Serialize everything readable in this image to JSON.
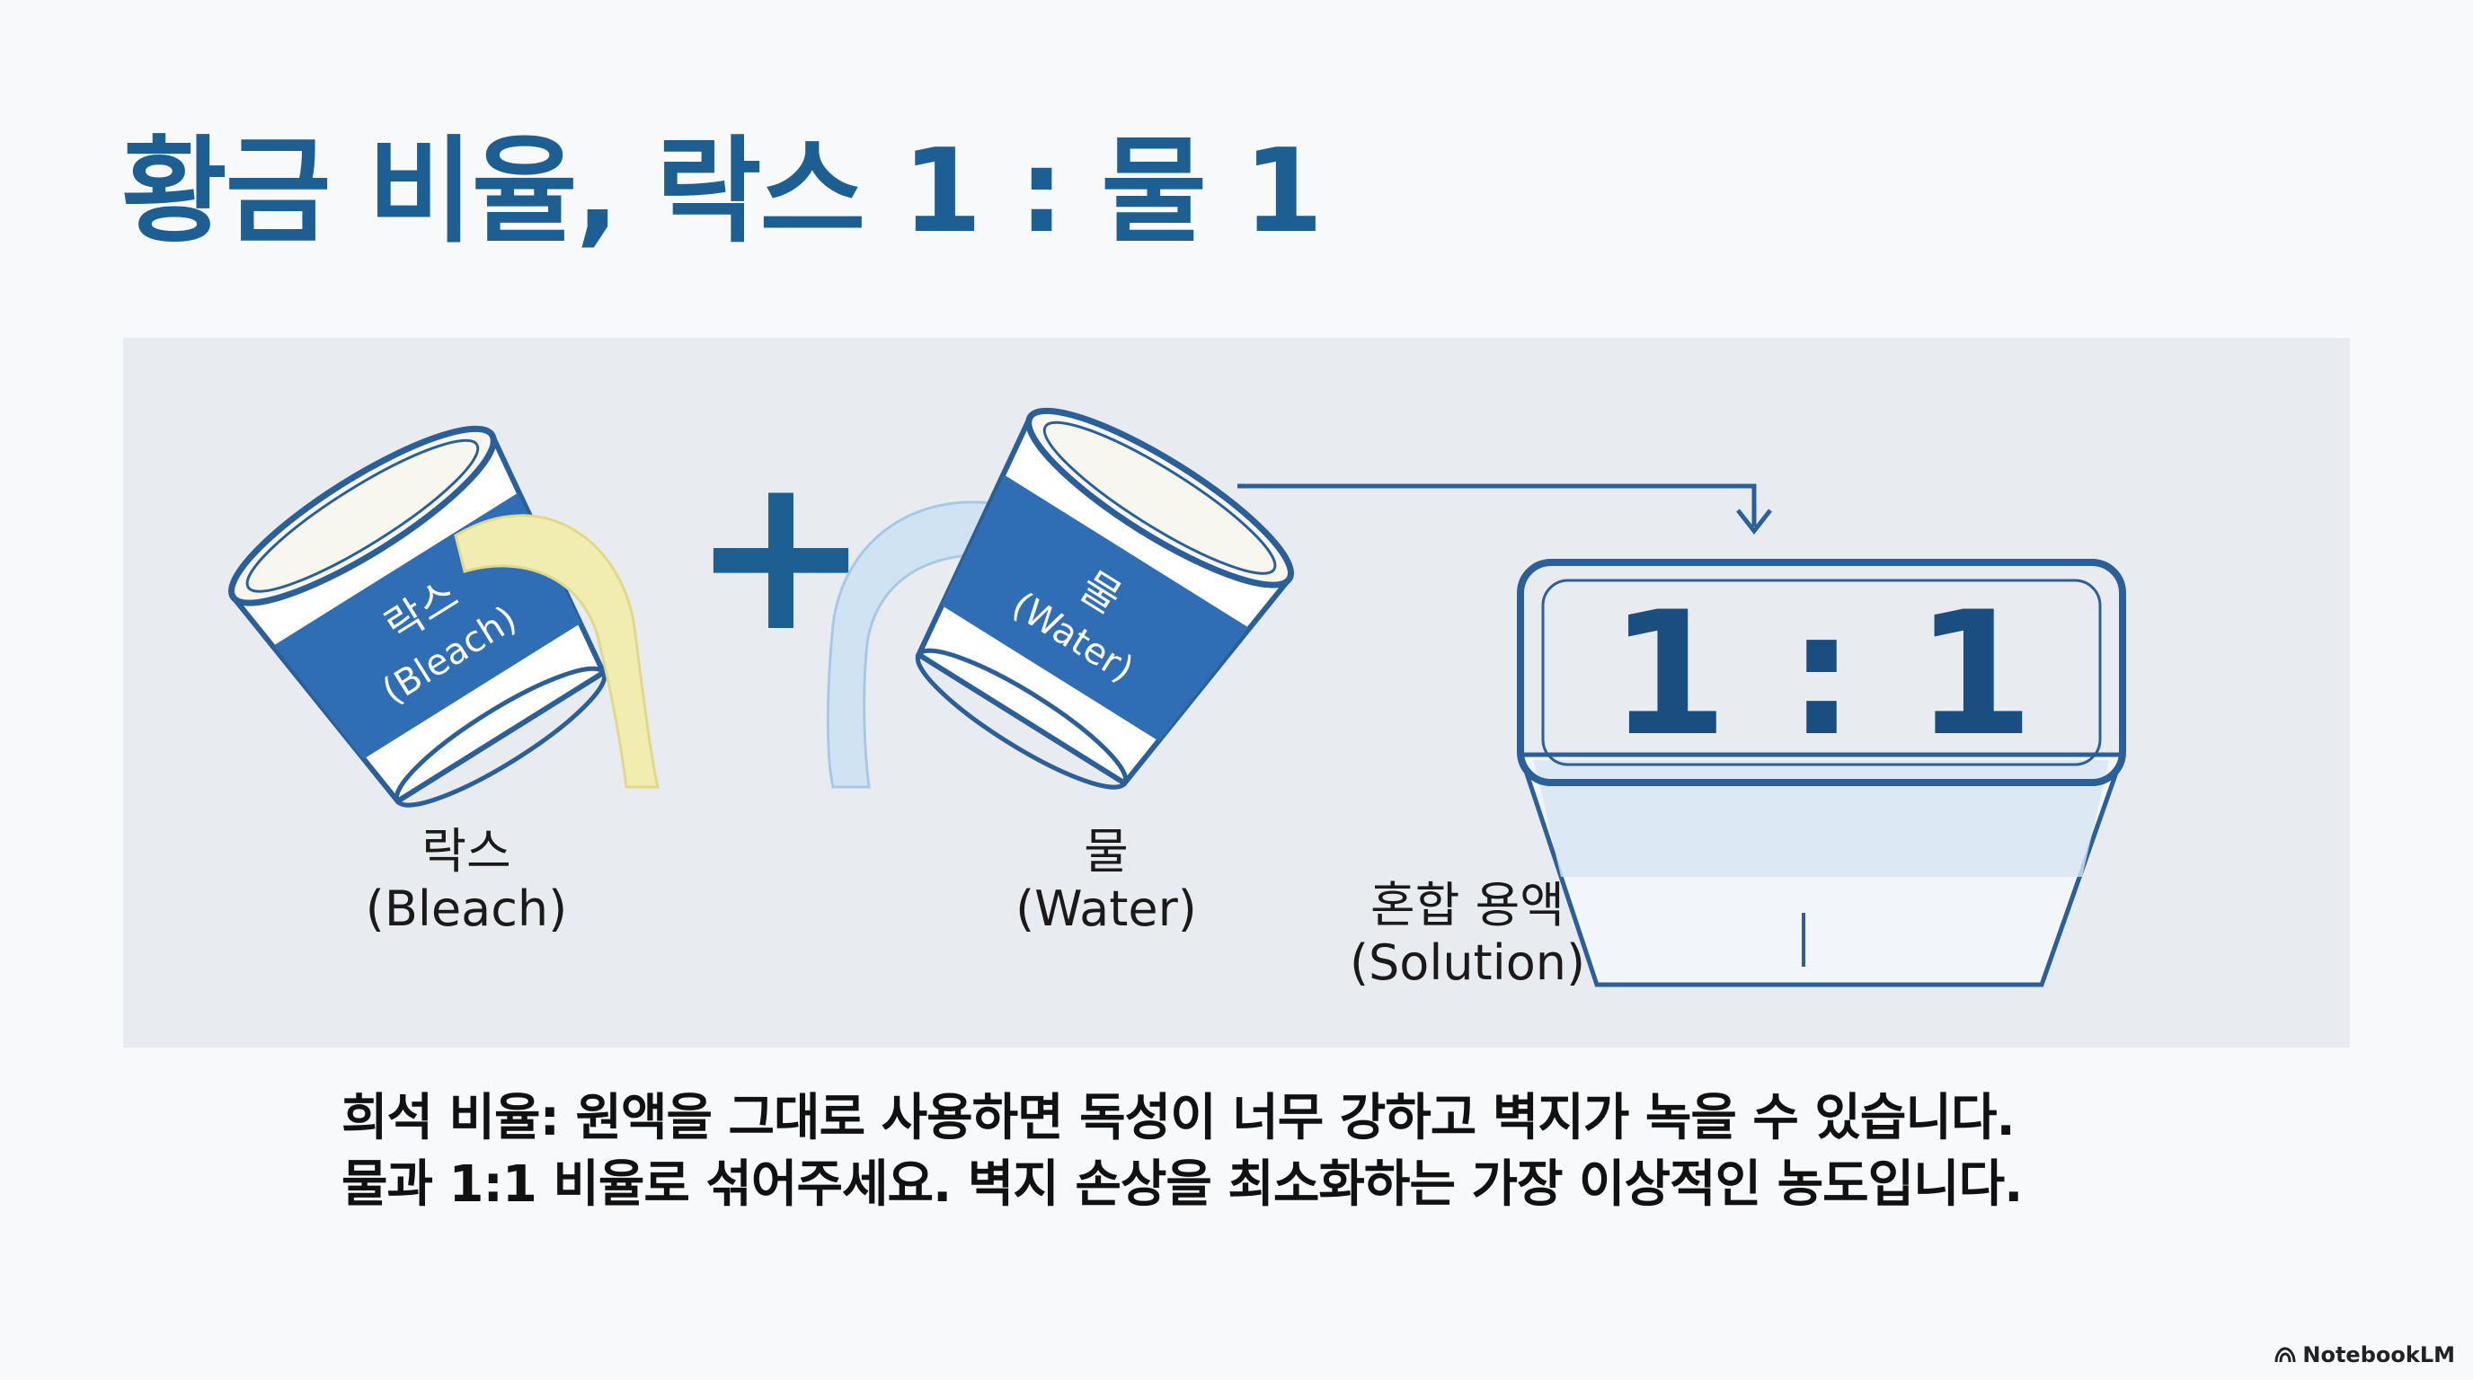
{
  "title": "황금 비율, 락스 1 : 물 1",
  "illustration": {
    "bleach_cup_label_ko": "락스",
    "bleach_cup_label_en": "(Bleach)",
    "water_cup_label_ko": "물",
    "water_cup_label_en": "(Water)",
    "plus_symbol": "+",
    "ratio_text": "1 : 1",
    "bleach_caption_ko": "락스",
    "bleach_caption_en": "(Bleach)",
    "water_caption_ko": "물",
    "water_caption_en": "(Water)",
    "solution_caption_ko": "혼합 용액",
    "solution_caption_en": "(Solution)"
  },
  "description": {
    "line1": "희석 비율: 원액을 그대로 사용하면 독성이 너무 강하고 벽지가 녹을 수 있습니다.",
    "line2": "물과 1:1 비율로 섞어주세요. 벽지 손상을 최소화하는 가장 이상적인 농도입니다."
  },
  "brand": {
    "name": "NotebookLM",
    "icon": "notebooklm-logo-icon"
  },
  "colors": {
    "title": "#1d5e93",
    "cup_blue": "#2f6db5",
    "bleach_liquid": "#f1ecb0",
    "water_liquid": "#cfe3f3",
    "panel": "#e8ecf1",
    "outline": "#2a5f99"
  }
}
